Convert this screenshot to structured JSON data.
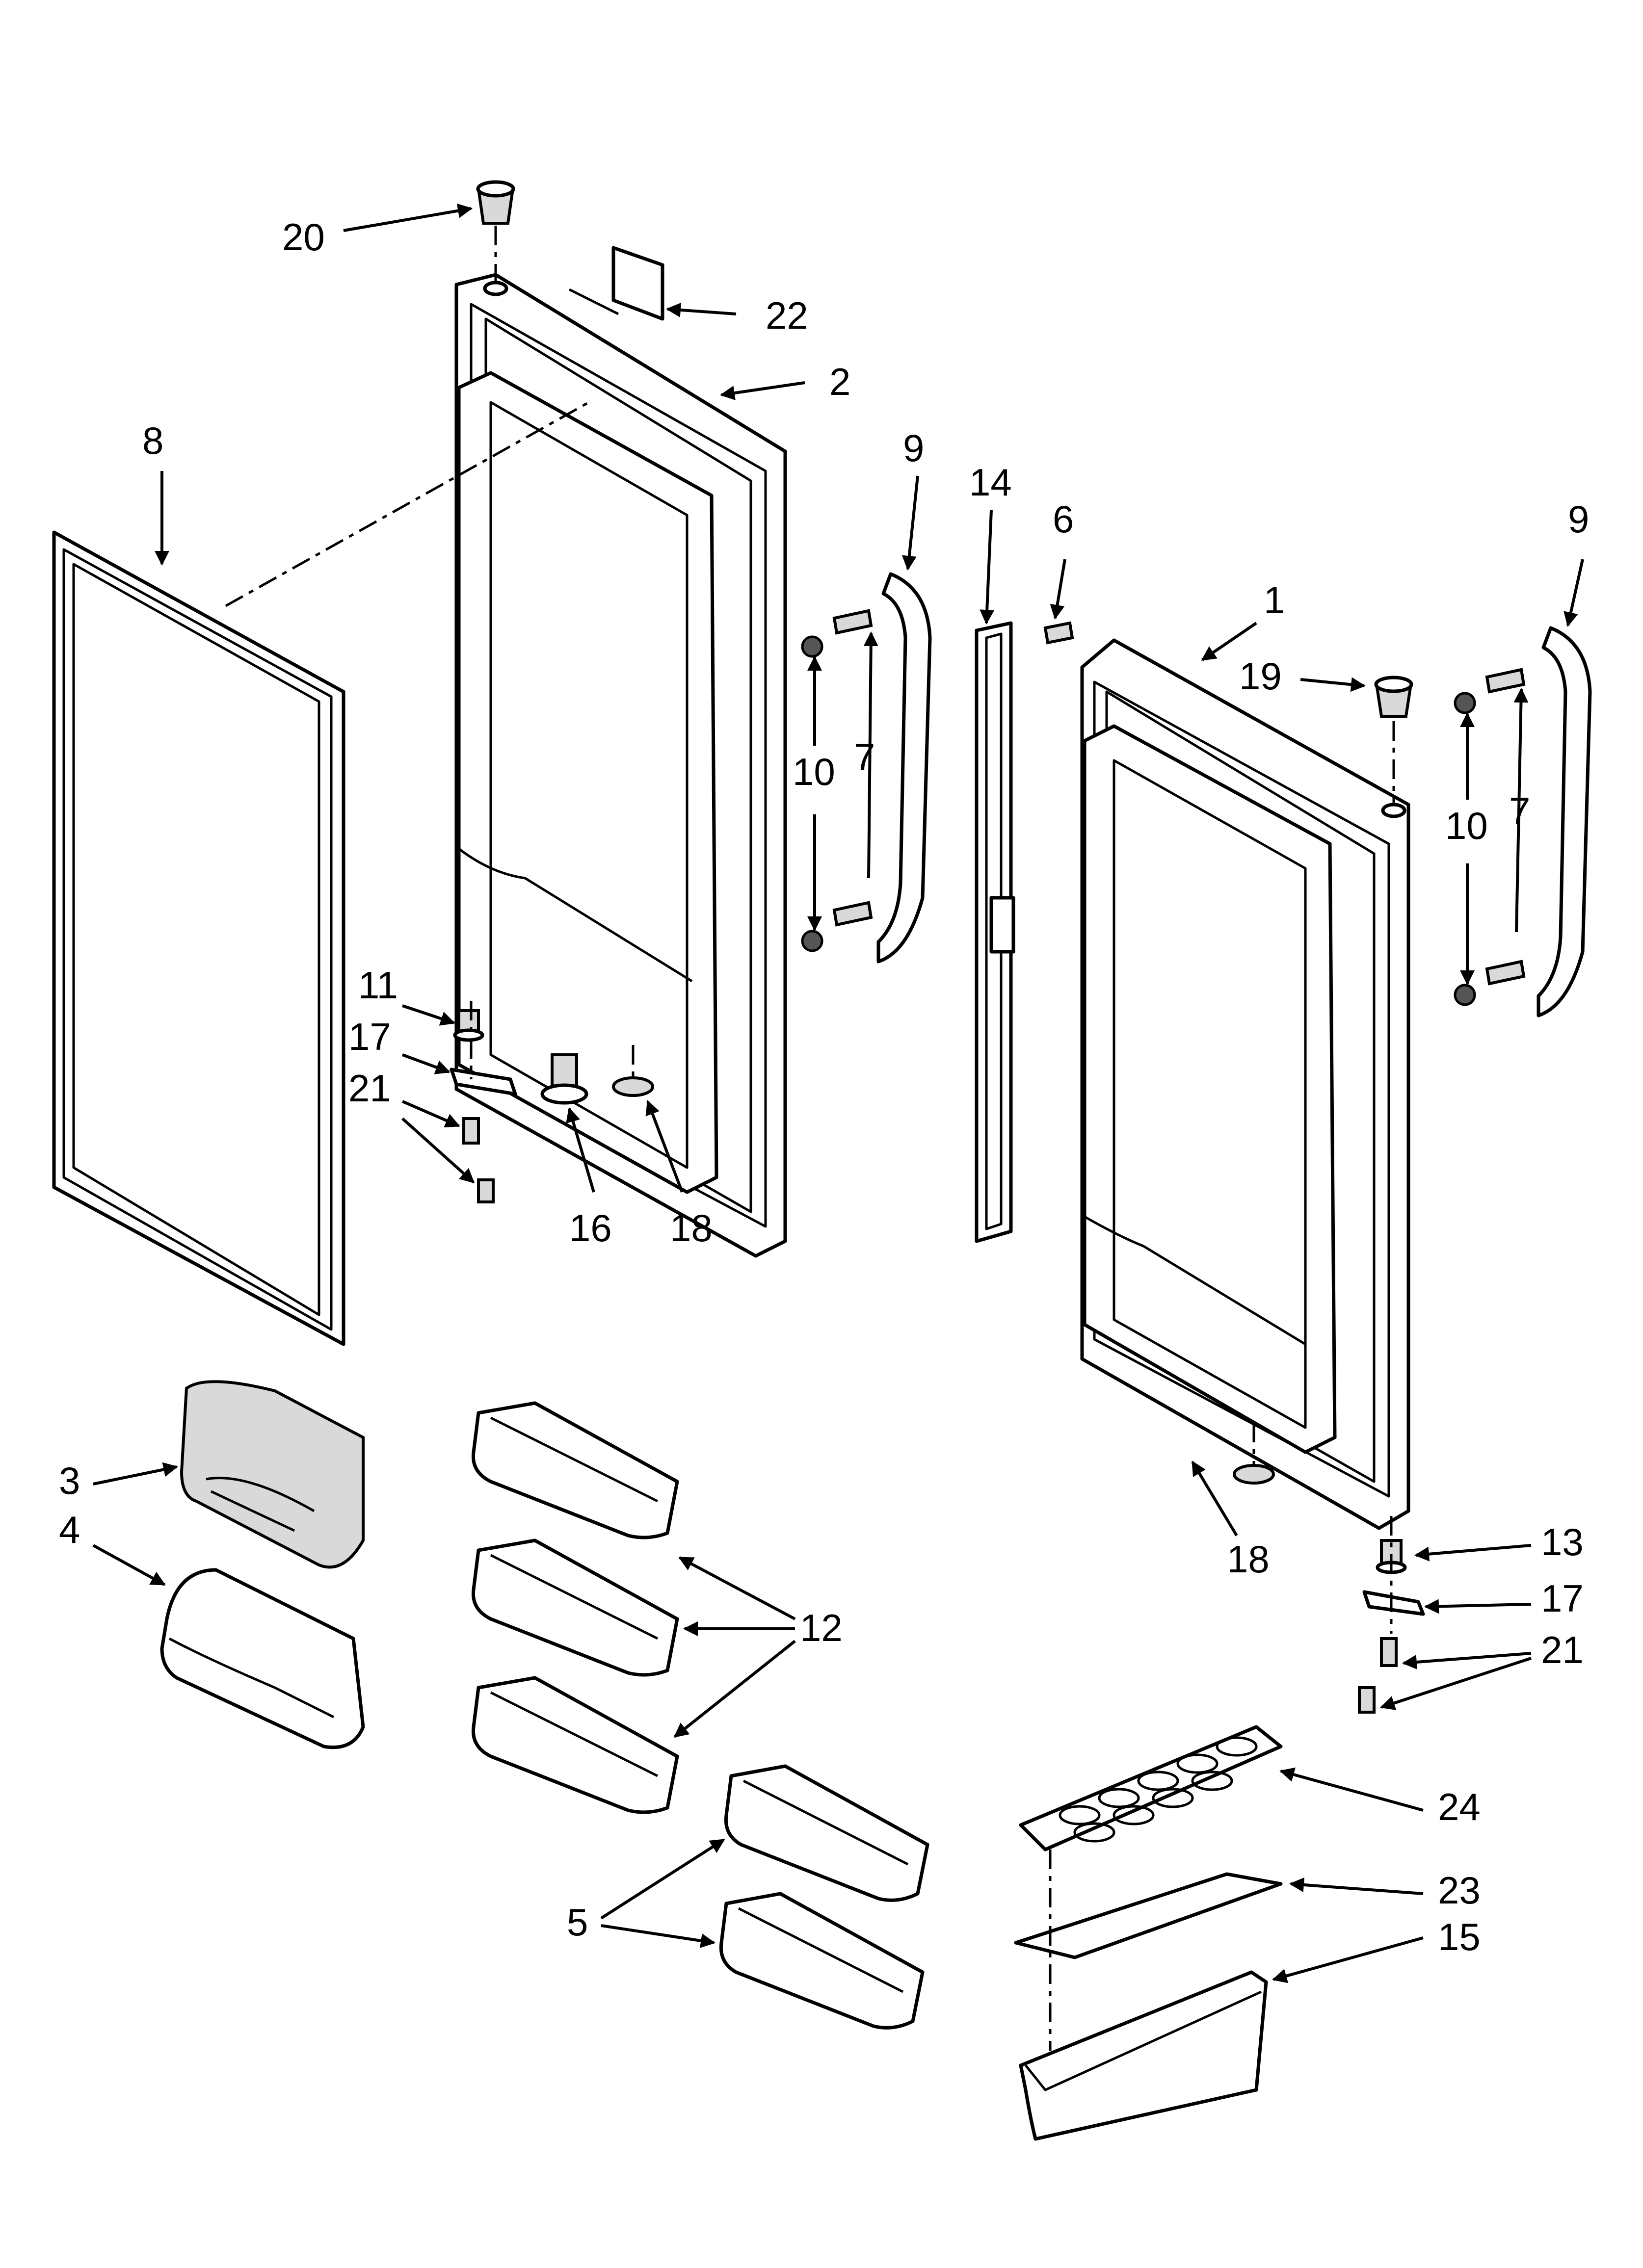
{
  "diagram": {
    "callouts": {
      "c1": "1",
      "c2": "2",
      "c3": "3",
      "c4": "4",
      "c5": "5",
      "c6": "6",
      "c7a": "7",
      "c7b": "7",
      "c8": "8",
      "c9a": "9",
      "c9b": "9",
      "c10a": "10",
      "c10b": "10",
      "c11": "11",
      "c12": "12",
      "c13": "13",
      "c14": "14",
      "c15": "15",
      "c16": "16",
      "c17a": "17",
      "c17b": "17",
      "c18a": "18",
      "c18b": "18",
      "c19": "19",
      "c20": "20",
      "c21a": "21",
      "c21b": "21",
      "c22": "22",
      "c23": "23",
      "c24": "24"
    }
  },
  "colors": {
    "line": "#000000",
    "background": "#ffffff",
    "shade": "#d9d9d9"
  }
}
